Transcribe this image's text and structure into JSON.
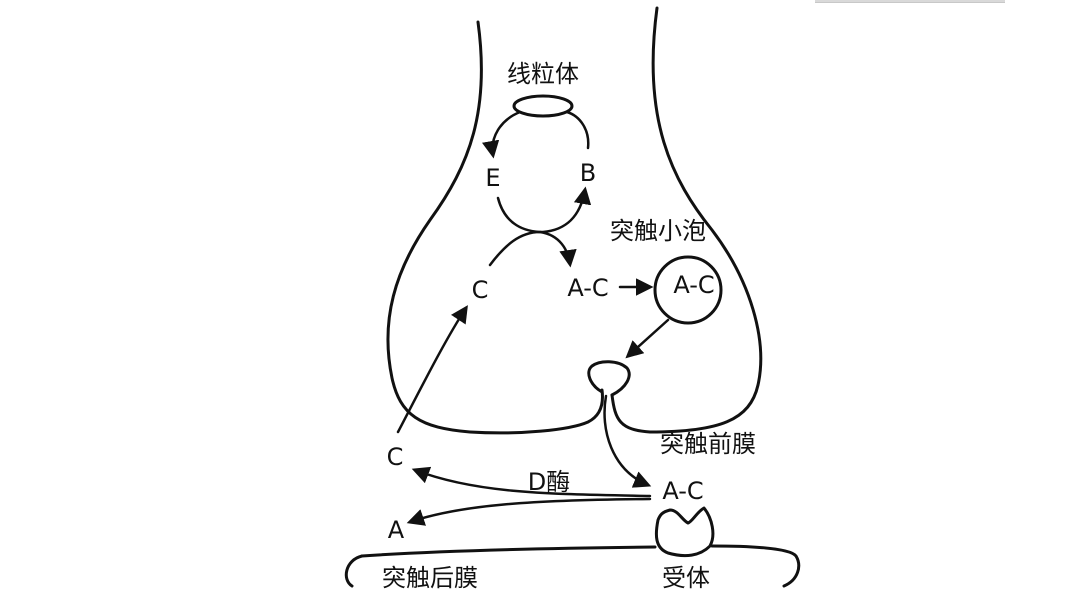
{
  "labels": {
    "mitochondria": "线粒体",
    "e": "E",
    "b": "B",
    "c_top": "C",
    "ac_cyto": "A-C",
    "vesicle_title": "突触小泡",
    "vesicle_content": "A-C",
    "presynaptic_membrane": "突触前膜",
    "c_cleft": "C",
    "enzyme": "D酶",
    "ac_cleft": "A-C",
    "a": "A",
    "postsynaptic_membrane": "突触后膜",
    "receptor": "受体"
  },
  "colors": {
    "stroke": "#111111",
    "background": "#ffffff"
  }
}
